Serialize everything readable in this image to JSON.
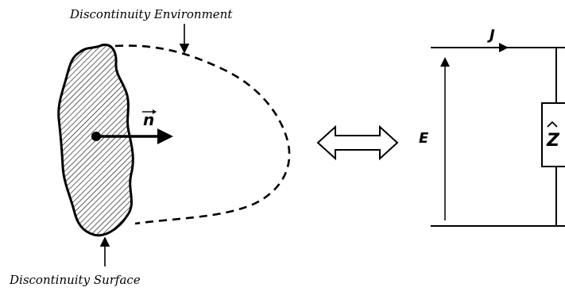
{
  "labels": {
    "environment": "Discontinuity Environment",
    "surface": "Discontinuity Surface",
    "normal_vector": "n",
    "current": "J",
    "voltage": "E",
    "impedance": "Z"
  },
  "colors": {
    "stroke": "#000000",
    "background": "#ffffff"
  },
  "icons": [
    "double-headed-arrow-icon",
    "normal-vector-arrow-icon",
    "hatched-body-shape"
  ]
}
